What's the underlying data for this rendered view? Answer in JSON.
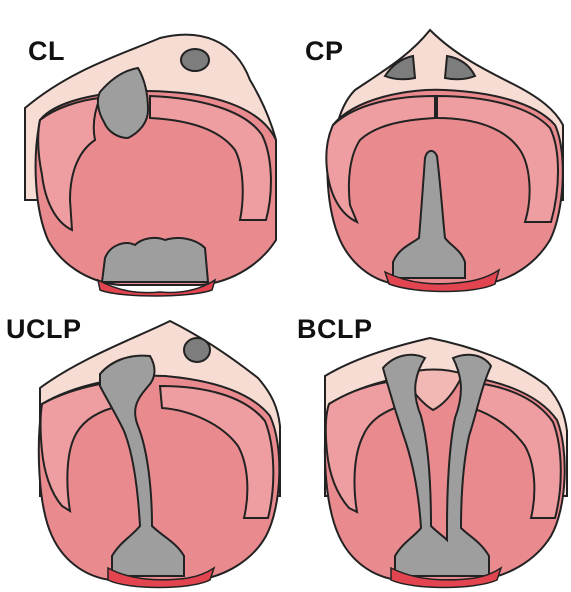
{
  "panels": [
    {
      "id": "cl",
      "label": "CL"
    },
    {
      "id": "cp",
      "label": "CP"
    },
    {
      "id": "uclp",
      "label": "UCLP"
    },
    {
      "id": "bclp",
      "label": "BCLP"
    }
  ],
  "colors": {
    "background": "#ffffff",
    "skin": "#f7dcd4",
    "palate": "#e98a8f",
    "alveolar_ridge": "#ee9ea0",
    "lip": "#e2454f",
    "cleft": "#9e9e9e",
    "outline": "#222222"
  }
}
